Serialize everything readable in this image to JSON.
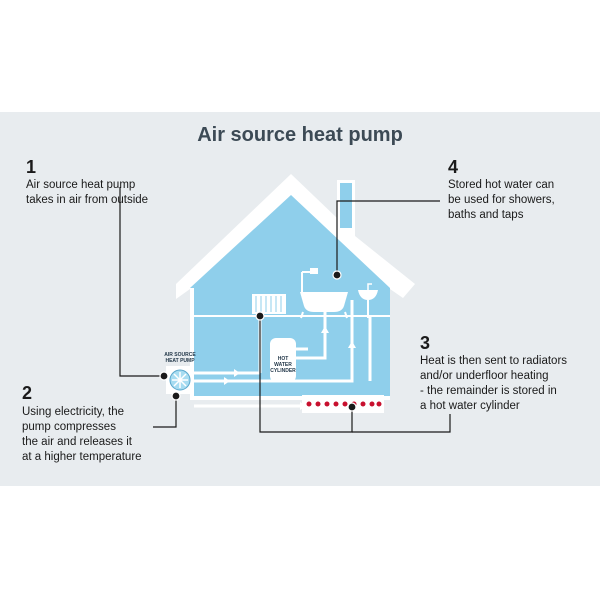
{
  "title": "Air source heat pump",
  "steps": [
    {
      "number": "1",
      "lines": [
        "Air source heat pump",
        "takes in air from outside"
      ]
    },
    {
      "number": "2",
      "lines": [
        "Using electricity, the",
        "pump compresses",
        "the air and releases it",
        "at a higher temperature"
      ]
    },
    {
      "number": "3",
      "lines": [
        "Heat is then sent to radiators",
        "and/or underfloor heating",
        "- the remainder is stored in",
        "a hot water cylinder"
      ]
    },
    {
      "number": "4",
      "lines": [
        "Stored hot water can",
        "be used for showers,",
        "baths and taps"
      ]
    }
  ],
  "labels": {
    "heat_pump": [
      "AIR SOURCE",
      "HEAT PUMP"
    ],
    "cylinder": [
      "HOT",
      "WATER",
      "CYLINDER"
    ]
  },
  "colors": {
    "background_panel": "#e8ecef",
    "house_fill": "#8fcfeb",
    "house_outline": "#ffffff",
    "pipe": "#ffffff",
    "leader_line": "#1a1a1a",
    "underfloor": "#c8102e"
  }
}
